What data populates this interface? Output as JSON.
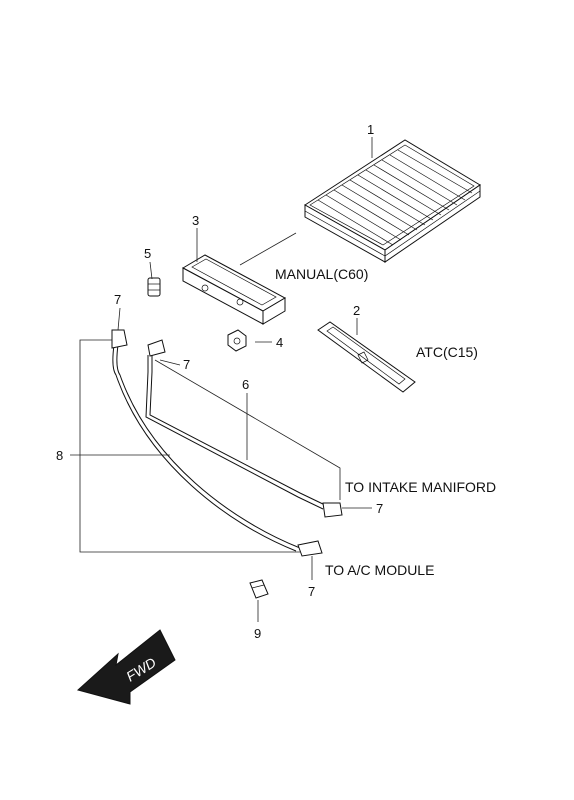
{
  "callouts": {
    "n1": "1",
    "n2": "2",
    "n3": "3",
    "n4": "4",
    "n5": "5",
    "n6": "6",
    "n7": "7",
    "n8": "8",
    "n9": "9"
  },
  "labels": {
    "manual": "MANUAL(C60)",
    "atc": "ATC(C15)",
    "intake": "TO INTAKE MANIFORD",
    "ac_module": "TO A/C MODULE",
    "fwd": "FWD"
  },
  "colors": {
    "line": "#111111",
    "arrow_fill": "#1a1a1a",
    "background": "#ffffff"
  }
}
